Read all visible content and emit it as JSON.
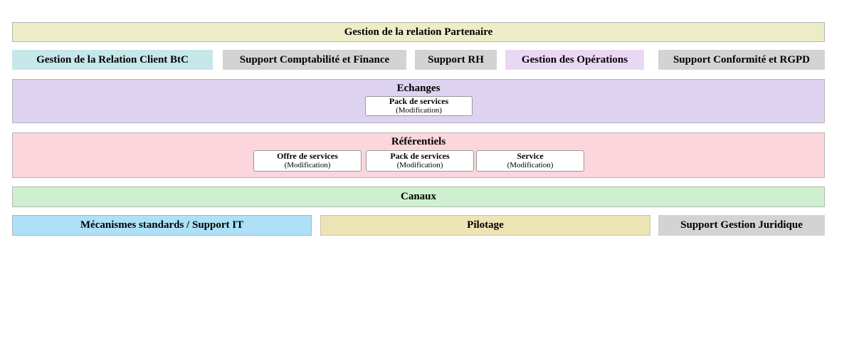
{
  "diagram": {
    "top_band": {
      "label": "Gestion de la relation Partenaire"
    },
    "capabilities": [
      {
        "label": "Gestion de la Relation Client BtC"
      },
      {
        "label": "Support Comptabilité et Finance"
      },
      {
        "label": "Support RH"
      },
      {
        "label": "Gestion des Opérations"
      },
      {
        "label": "Support Conformité et RGPD"
      }
    ],
    "echanges": {
      "label": "Echanges",
      "items": [
        {
          "title": "Pack de services",
          "subtitle": "(Modification)"
        }
      ]
    },
    "referentiels": {
      "label": "Référentiels",
      "items": [
        {
          "title": "Offre de services",
          "subtitle": "(Modification)"
        },
        {
          "title": "Pack de services",
          "subtitle": "(Modification)"
        },
        {
          "title": "Service",
          "subtitle": "(Modification)"
        }
      ]
    },
    "canaux": {
      "label": "Canaux"
    },
    "bottom_row": [
      {
        "label": "Mécanismes standards / Support IT"
      },
      {
        "label": "Pilotage"
      },
      {
        "label": "Support Gestion Juridique"
      }
    ]
  },
  "colors": {
    "partner_bg": "#ecedc6",
    "client_btc_bg": "#c5e7e9",
    "gray_bg": "#d3d3d3",
    "operations_bg": "#ead7f3",
    "echanges_bg": "#ddd3f1",
    "referentiels_bg": "#fbd6dd",
    "canaux_bg": "#cef0ce",
    "support_it_bg": "#aee1f8",
    "pilotage_bg": "#ede4b6",
    "band_border": "#b5b5b5",
    "item_box_border": "#999999",
    "support_it_border": "#a9b5bb",
    "pilotage_border": "#c9c3a9"
  }
}
